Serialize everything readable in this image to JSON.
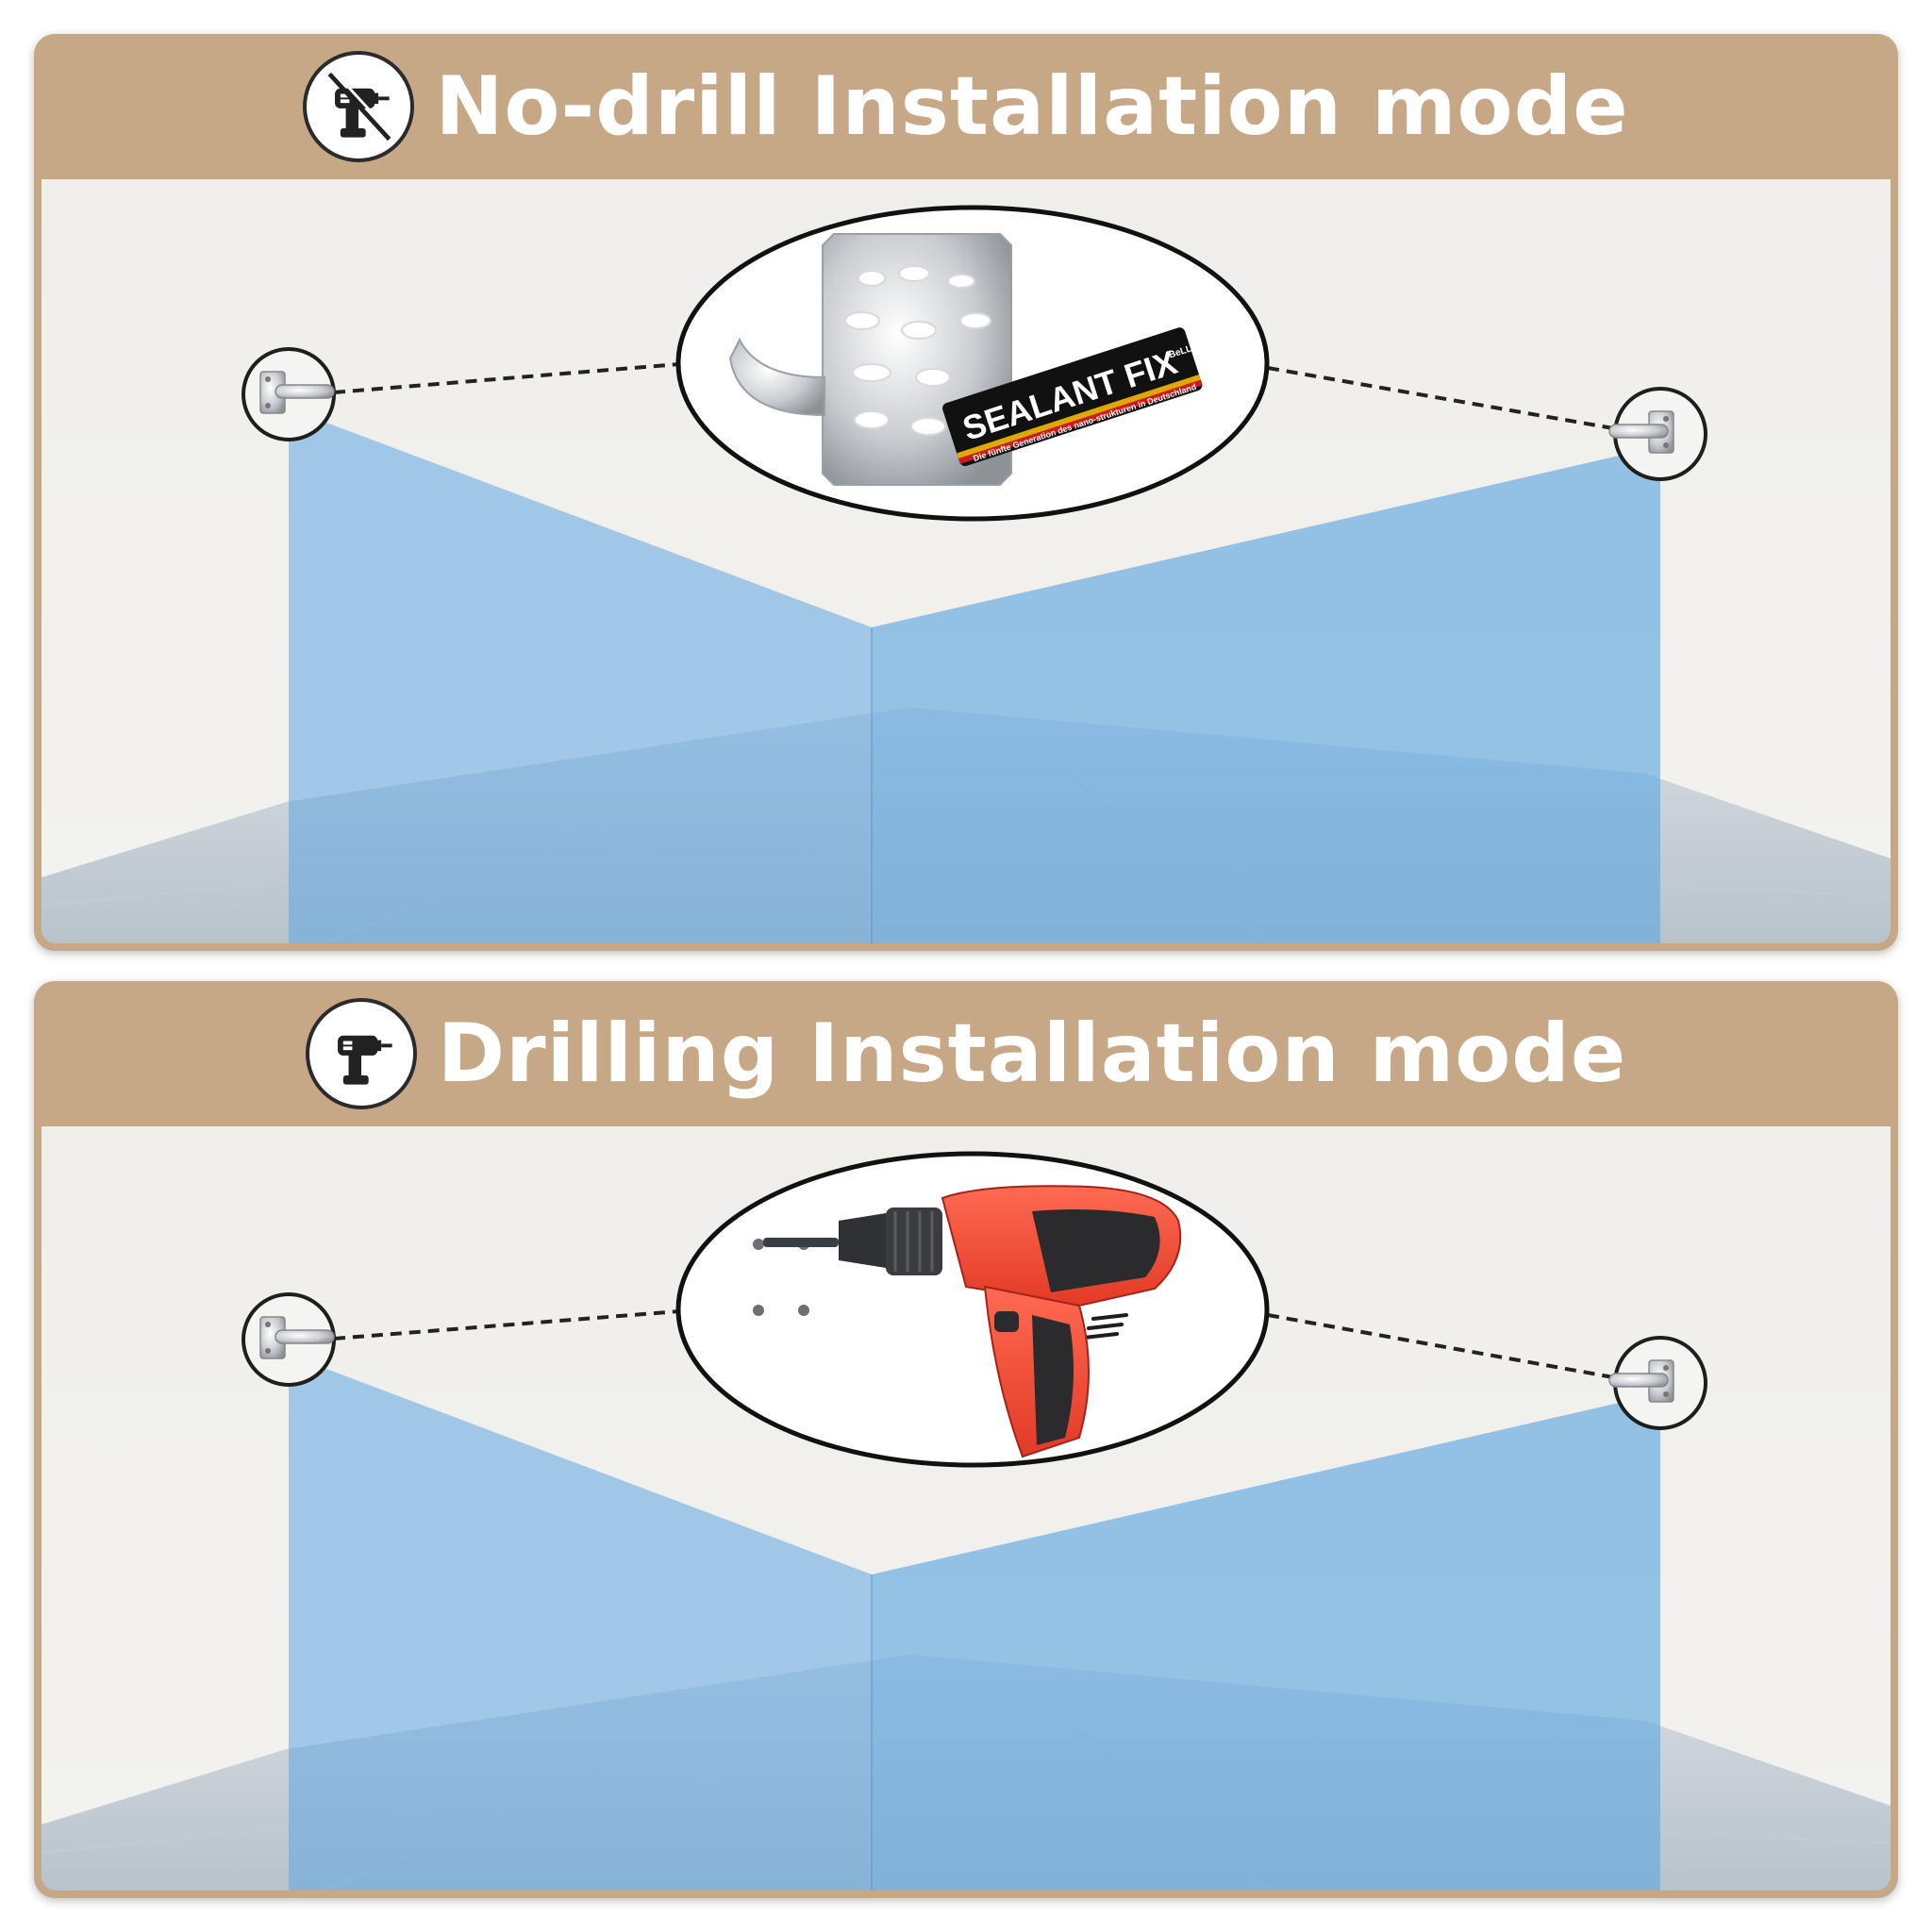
{
  "panels": [
    {
      "title": "No-drill Installation mode",
      "icon": "no-drill-icon",
      "inset": {
        "icon": "bracket-with-glue-icon",
        "tube_brand": "SEALANT FIX",
        "tube_maker": "BeLLIS",
        "tube_text": "Die fünfte Generation des nano-strukturen in Deutschland"
      }
    },
    {
      "title": "Drilling Installation mode",
      "icon": "drill-icon",
      "inset": {
        "icon": "power-drill-icon"
      }
    }
  ],
  "colors": {
    "header": "#c6a887",
    "tint": "#5fa5e0",
    "wall": "#efeeeb",
    "drill_red": "#f04a36"
  }
}
